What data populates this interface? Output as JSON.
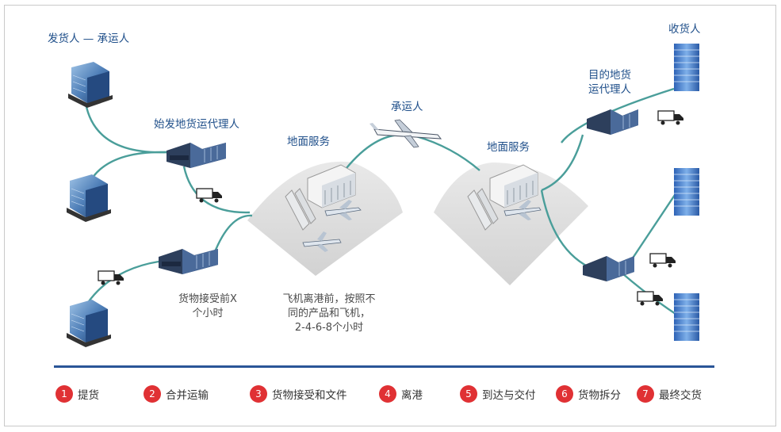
{
  "colors": {
    "route_line": "#4a9e9a",
    "label_text": "#1f4f8a",
    "note_text": "#4a4a4a",
    "rule": "#2a5597",
    "step_badge": "#e03134",
    "fan": "#dcdcdc"
  },
  "labels": {
    "shipper_carrier": "发货人 — 承运人",
    "origin_agent": "始发地货运代理人",
    "ground_service_left": "地面服务",
    "carrier": "承运人",
    "ground_service_right": "地面服务",
    "dest_agent_line1": "目的地货",
    "dest_agent_line2": "运代理人",
    "consignee": "收货人"
  },
  "notes": {
    "acceptance_line1": "货物接受前X",
    "acceptance_line2": "个小时",
    "departure_line1": "飞机离港前，按照不",
    "departure_line2": "同的产品和飞机，",
    "departure_line3": "2-4-6-8个小时"
  },
  "steps": [
    {
      "num": "1",
      "label": "提货"
    },
    {
      "num": "2",
      "label": "合并运输"
    },
    {
      "num": "3",
      "label": "货物接受和文件"
    },
    {
      "num": "4",
      "label": "离港"
    },
    {
      "num": "5",
      "label": "到达与交付"
    },
    {
      "num": "6",
      "label": "货物拆分"
    },
    {
      "num": "7",
      "label": "最终交货"
    }
  ],
  "icons": {
    "shipper_building": "office-building-icon",
    "warehouse": "warehouse-icon",
    "truck": "truck-icon",
    "airport_terminal": "terminal-icon",
    "airplane": "airplane-icon",
    "consignee_tower": "tower-building-icon"
  }
}
